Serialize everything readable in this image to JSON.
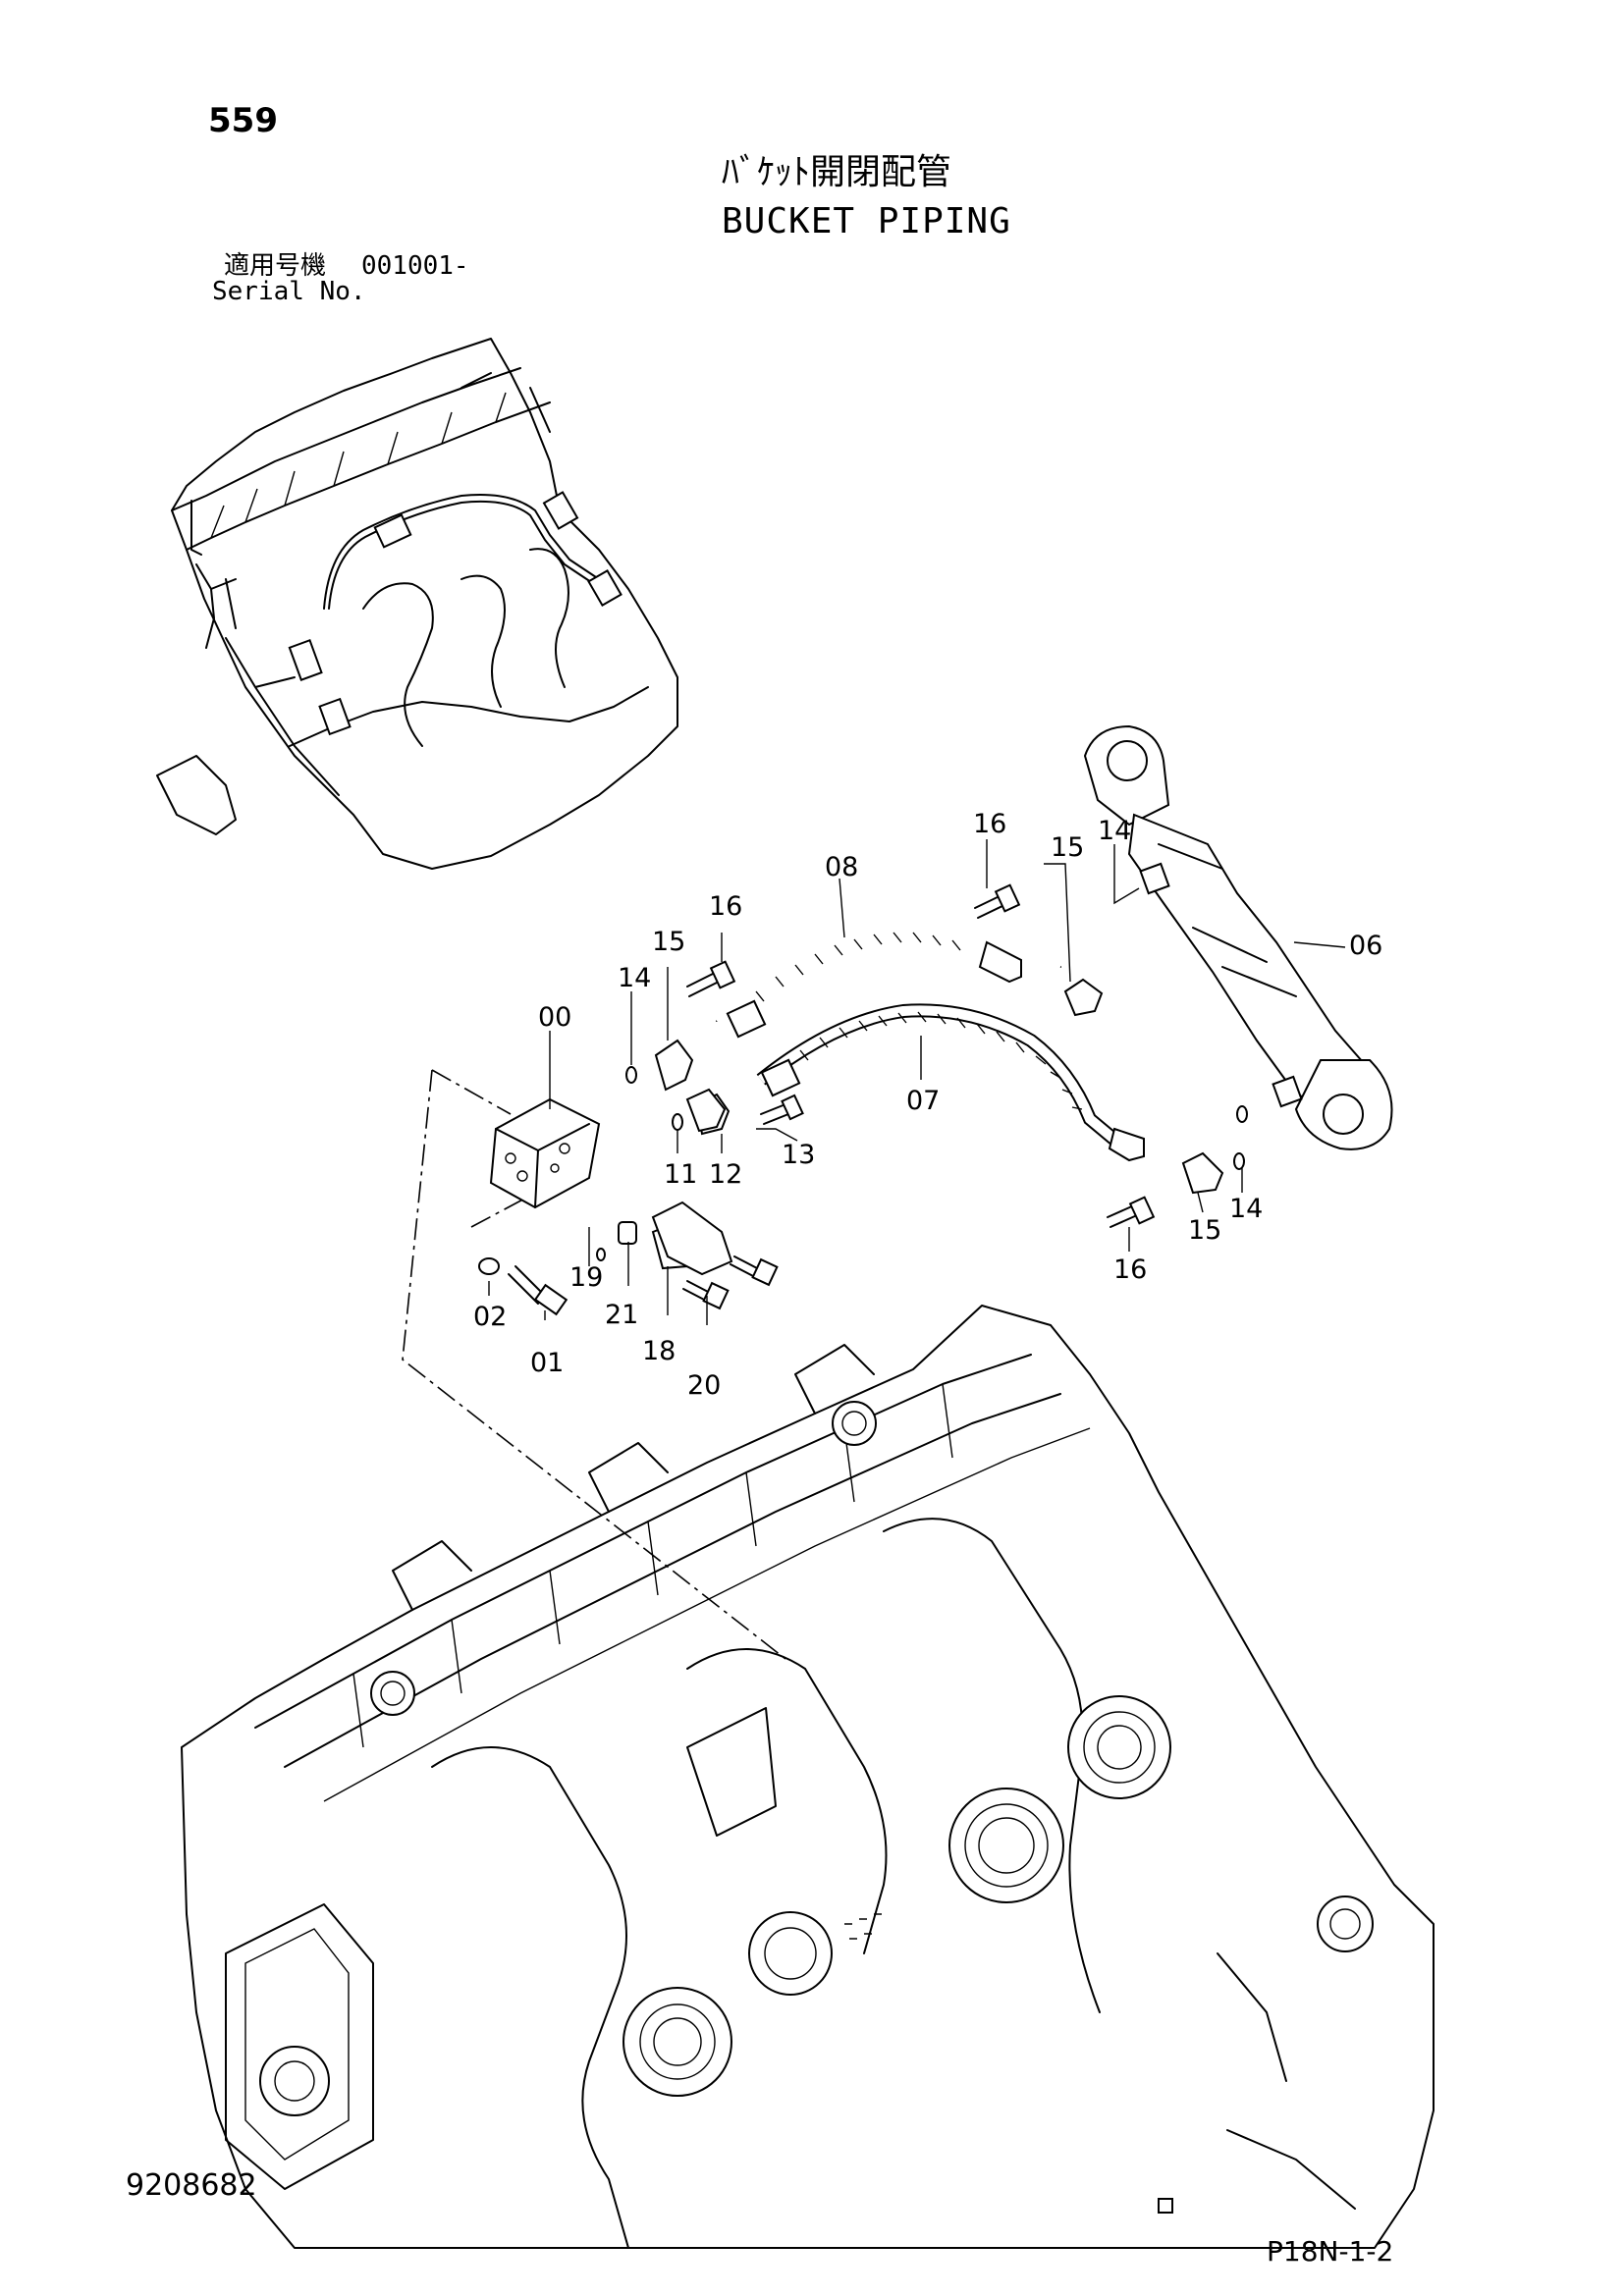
{
  "header": {
    "page_number": "559",
    "title_jp": "ﾊﾞｹｯﾄ開閉配管",
    "title_en": "BUCKET PIPING",
    "serial_label_jp": "適用号機",
    "serial_value": "001001-",
    "serial_label_en": "Serial No."
  },
  "footer": {
    "drawing_number": "9208682",
    "page_ref": "P18N-1-2"
  },
  "callouts": {
    "c00": "00",
    "c01": "01",
    "c02": "02",
    "c06": "06",
    "c07": "07",
    "c08": "08",
    "c11": "11",
    "c12": "12",
    "c13": "13",
    "c14": "14",
    "c15": "15",
    "c16": "16",
    "c18": "18",
    "c19": "19",
    "c20": "20",
    "c21": "21"
  }
}
